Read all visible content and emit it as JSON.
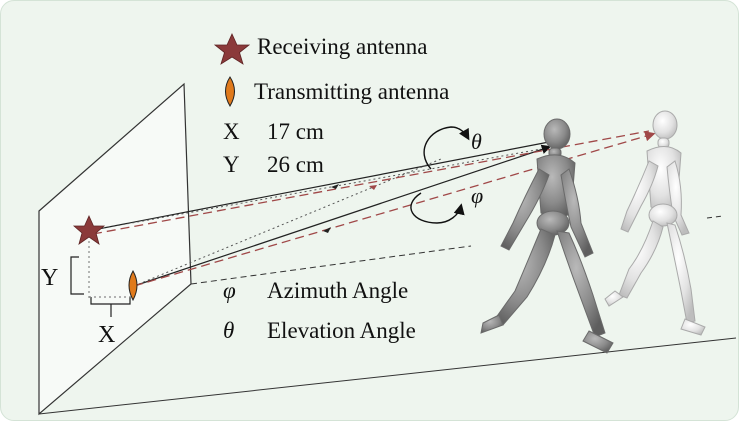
{
  "legend": {
    "receiving": "Receiving antenna",
    "transmitting": "Transmitting antenna",
    "x_symbol": "X",
    "x_value": "17 cm",
    "y_symbol": "Y",
    "y_value": "26 cm"
  },
  "angles": {
    "phi_symbol": "φ",
    "phi_label": "Azimuth Angle",
    "theta_symbol": "θ",
    "theta_label": "Elevation  Angle"
  },
  "dimensions": {
    "x": "X",
    "y": "Y"
  },
  "arrow_symbols": {
    "theta": "θ",
    "phi": "φ"
  },
  "colors": {
    "receiving_star": "#8b3a3a",
    "transmitting_antenna": "#e07a1c",
    "reflected_path": "#a04848",
    "direct_path": "#222222",
    "background": "#eef5ee"
  },
  "icons": {
    "receiving": "star-icon",
    "transmitting": "leaf-antenna-icon"
  }
}
